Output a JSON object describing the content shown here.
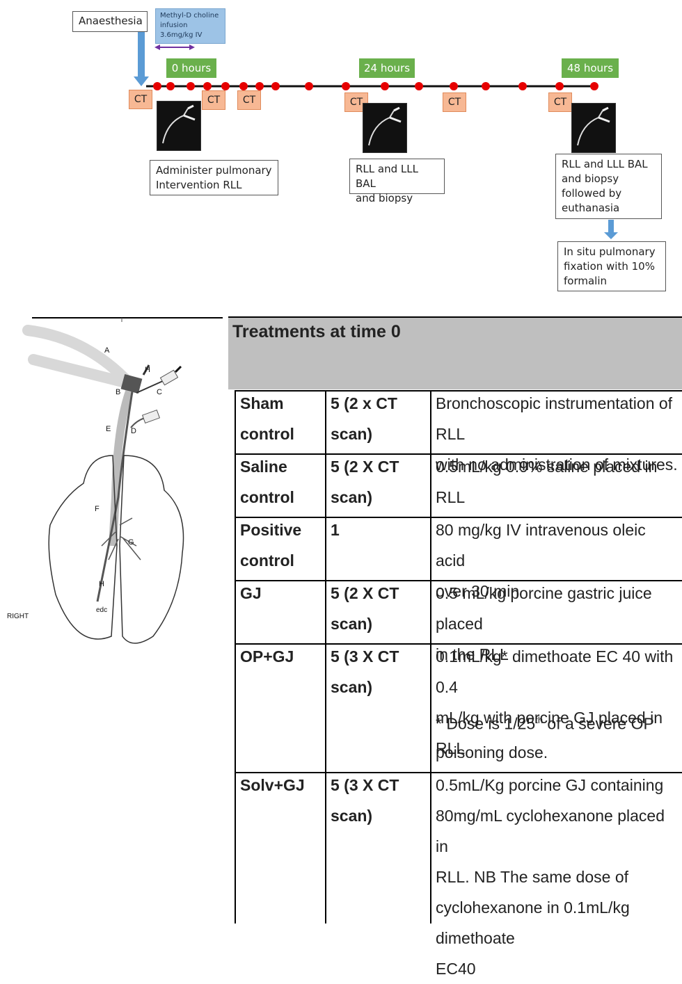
{
  "timeline": {
    "anaesthesia": "Anaesthesia",
    "infusion": "Methyl-D choline\ninfusion\n3.6mg/kg IV",
    "hours": [
      "0 hours",
      "24 hours",
      "48 hours"
    ],
    "ct_label": "CT",
    "notes": {
      "t0": "Administer pulmonary\nIntervention RLL",
      "t24": "RLL and LLL BAL\nand biopsy",
      "t48": "RLL and LLL BAL\nand biopsy\nfollowed by\neuthanasia",
      "fixation": "In situ pulmonary\nfixation with 10%\nformalin"
    },
    "colors": {
      "ct_fill": "#f7b894",
      "hours_fill": "#6ab04c",
      "dot": "#e60000",
      "arrow": "#5b9bd5",
      "infusion_fill": "#9dc3e6",
      "span_arrow": "#7030a0"
    }
  },
  "anatomy": {
    "letters": [
      "A",
      "B",
      "C",
      "D",
      "E",
      "F",
      "G",
      "H",
      "H",
      "edc"
    ],
    "side_label": "RIGHT"
  },
  "table": {
    "title": "Treatments at time 0",
    "rows": [
      {
        "group": "Sham\ncontrol",
        "n": "5 (2 x CT\nscan)",
        "desc": "Bronchoscopic instrumentation of RLL\nwith no administration of mixtures."
      },
      {
        "group": "Saline\ncontrol",
        "n": "5 (2 X CT\nscan)",
        "desc": "0.5mL/kg 0.9% saline placed in RLL"
      },
      {
        "group": "Positive\ncontrol",
        "n": "1",
        "desc": "80 mg/kg  IV  intravenous oleic acid\nover 30 min"
      },
      {
        "group": "GJ",
        "n": "5 (2 X CT\nscan)",
        "desc": "0.5 mL/kg porcine gastric juice placed\nin the RLL"
      },
      {
        "group": "OP+GJ",
        "n": "5 (3 X CT\nscan)",
        "desc": "0.1mL/kg* dimethoate EC 40 with 0.4\nmL/kg with porcine GJ placed in RLL",
        "desc2a": "* Dose is 1/25",
        "desc2sup": "th",
        "desc2b": " of a severe OP",
        "desc3": "poisoning dose."
      },
      {
        "group": "Solv+GJ",
        "n": "5 (3 X CT\nscan)",
        "desc": "0.5mL/Kg porcine GJ containing\n80mg/mL cyclohexanone placed in\nRLL. NB The same dose of\ncyclohexanone in 0.1mL/kg dimethoate\nEC40"
      }
    ]
  }
}
